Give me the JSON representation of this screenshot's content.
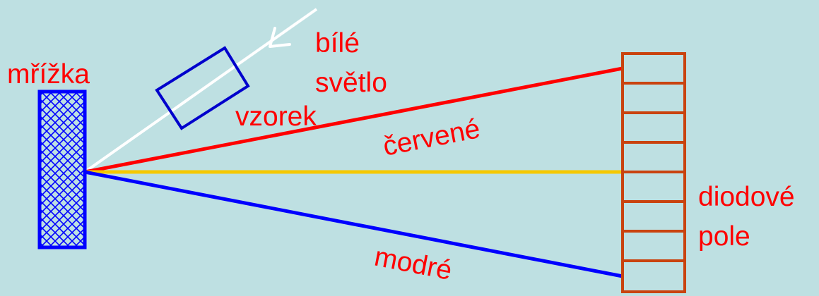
{
  "labels": {
    "grating": "mřížka",
    "white_light_line1": "bílé",
    "white_light_line2": "světlo",
    "sample": "vzorek",
    "red": "červené",
    "blue": "modré",
    "diode_array_line1": "diodové",
    "diode_array_line2": "pole"
  },
  "colors": {
    "background": "#bee0e2",
    "text": "#ff0000",
    "white_beam": "#ffffff",
    "red_beam": "#ff0000",
    "yellow_beam": "#f5c800",
    "blue_beam": "#0000ff",
    "grating": "#0000ff",
    "sample": "#0000cc",
    "diode_array": "#c9430f"
  },
  "diode_array": {
    "cell_count": 8
  }
}
